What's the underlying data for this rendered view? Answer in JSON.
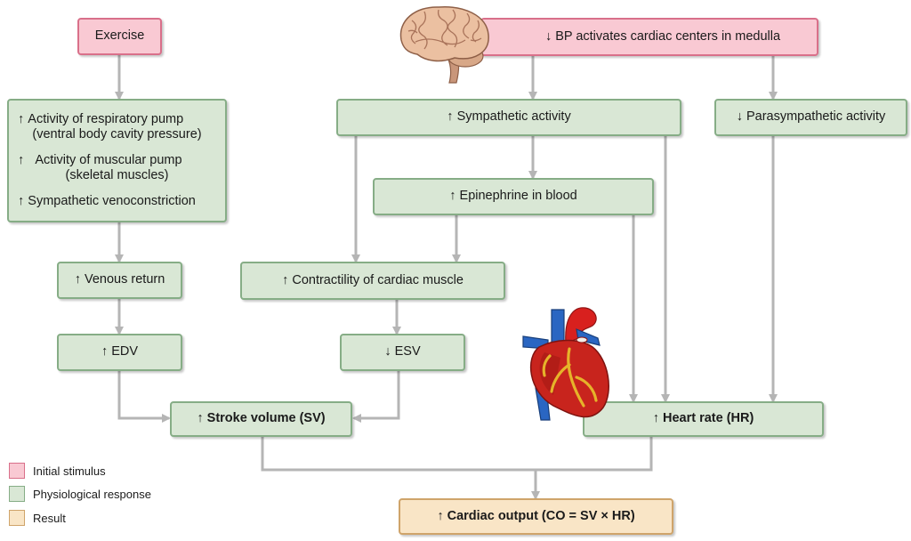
{
  "colors": {
    "stimulus_fill": "#f9c9d3",
    "response_fill": "#d9e7d5",
    "result_fill": "#f9e5c6",
    "connector": "#b5b5b5"
  },
  "nodes": {
    "exercise": "Exercise",
    "bp_medulla": "BP activates cardiac centers in medulla",
    "respiratory_pump_1": "Activity of respiratory pump",
    "respiratory_pump_2": "(ventral body cavity pressure)",
    "muscular_pump_1": "Activity of muscular pump",
    "muscular_pump_2": "(skeletal muscles)",
    "venoconstriction": "Sympathetic venoconstriction",
    "sympathetic": "Sympathetic activity",
    "parasympathetic": "Parasympathetic activity",
    "epinephrine": "Epinephrine in blood",
    "venous_return": "Venous return",
    "contractility": "Contractility of cardiac muscle",
    "edv": "EDV",
    "esv": "ESV",
    "stroke_volume": "Stroke volume (SV)",
    "heart_rate": "Heart rate (HR)",
    "cardiac_output": "Cardiac output (CO = SV × HR)"
  },
  "legend": [
    {
      "label": "Initial stimulus",
      "color": "#f9c9d3"
    },
    {
      "label": "Physiological response",
      "color": "#d9e7d5"
    },
    {
      "label": "Result",
      "color": "#f9e5c6"
    }
  ],
  "illustrations": [
    "brain-illustration",
    "heart-illustration"
  ]
}
